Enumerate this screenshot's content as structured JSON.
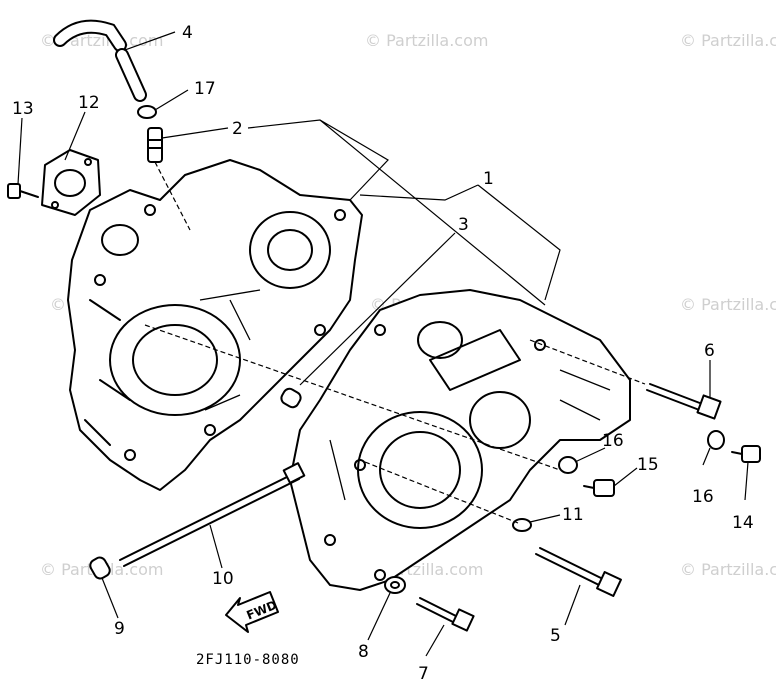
{
  "watermark": "© Partzilla.com",
  "diagram_code": "2FJ110-8080",
  "fwd_label": "FWD",
  "callouts": {
    "c1": "1",
    "c2": "2",
    "c3": "3",
    "c4": "4",
    "c5": "5",
    "c6": "6",
    "c7": "7",
    "c8": "8",
    "c9": "9",
    "c10": "10",
    "c11": "11",
    "c12": "12",
    "c13": "13",
    "c14": "14",
    "c15": "15",
    "c16a": "16",
    "c16b": "16",
    "c17": "17"
  }
}
